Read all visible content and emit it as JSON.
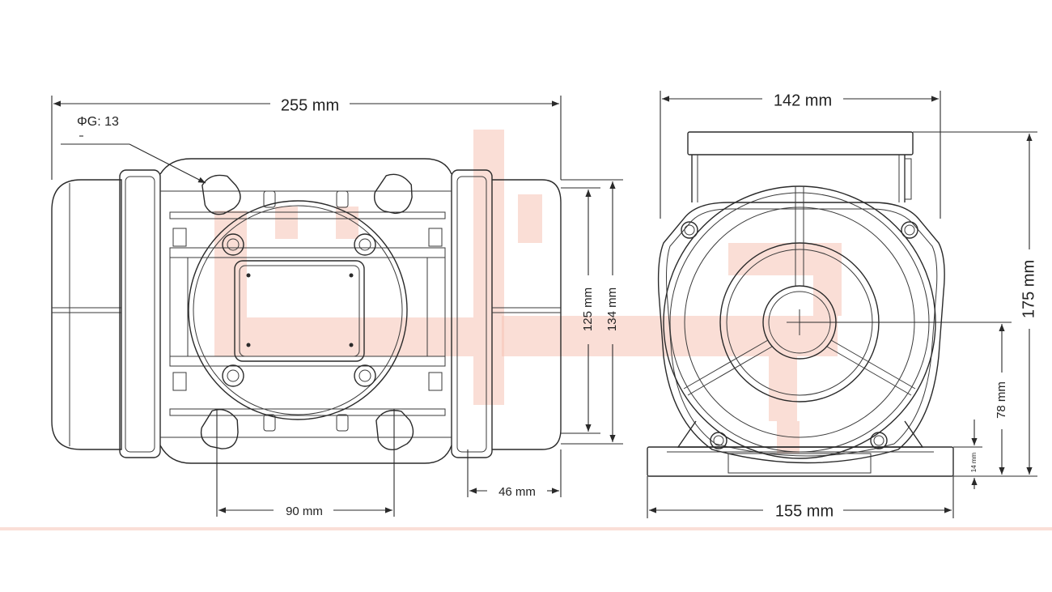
{
  "diagram": {
    "side_view": {
      "overall_length": "255 mm",
      "hole_diameter": "ΦG: 13",
      "foot_hole_spacing": "90 mm",
      "end_offset": "46 mm",
      "height_a": "125 mm",
      "height_b": "134 mm"
    },
    "front_view": {
      "top_width": "142 mm",
      "base_width": "155 mm",
      "overall_height": "175 mm",
      "shaft_height": "78 mm",
      "base_thickness": "14 mm"
    }
  },
  "colors": {
    "line": "#2a2a2a",
    "watermark": "#f6c3b4"
  }
}
